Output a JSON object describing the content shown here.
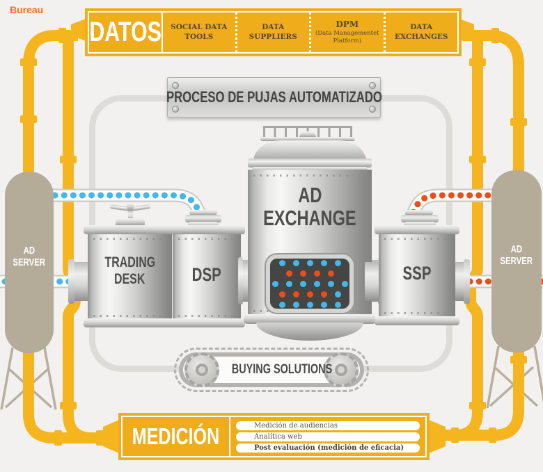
{
  "page": {
    "bg": "#f2f1ef"
  },
  "header": {
    "partial_brand_text": "Bureau",
    "brand_color": "#f2702a"
  },
  "datos_banner": {
    "title": "DATOS",
    "items": [
      {
        "label": "SOCIAL DATA TOOLS"
      },
      {
        "label": "DATA SUPPLIERS"
      },
      {
        "label": "DPM",
        "sublabel": "(Data Managementet Platform)"
      },
      {
        "label": "DATA EXCHANGES"
      }
    ]
  },
  "process_sign": {
    "label": "PROCESO DE PUJAS AUTOMATIZADO"
  },
  "tanks": {
    "trading_desk": {
      "line1": "TRADING",
      "line2": "DESK"
    },
    "dsp": {
      "label": "DSP"
    },
    "ad_exchange": {
      "line1": "AD",
      "line2": "EXCHANGE"
    },
    "ssp": {
      "label": "SSP"
    },
    "ad_server_left": {
      "line1": "AD",
      "line2": "SERVER"
    },
    "ad_server_right": {
      "line1": "AD",
      "line2": "SERVER"
    }
  },
  "exchange_window": {
    "dot_colors": {
      "blue": "#45b7ea",
      "orange": "#e94e1b"
    },
    "rows": [
      [
        "blue",
        "blue",
        "blue",
        "blue",
        "blue"
      ],
      [
        "orange",
        "orange",
        "orange",
        "orange"
      ],
      [
        "blue",
        "blue",
        "blue",
        "blue",
        "blue",
        "blue"
      ],
      [
        "orange",
        "orange",
        "orange",
        "orange",
        "blue"
      ],
      [
        "blue",
        "blue",
        "blue",
        "blue",
        "blue"
      ]
    ]
  },
  "conveyor": {
    "label": "BUYING SOLUTIONS"
  },
  "medicion_banner": {
    "title": "MEDICIÓN",
    "items": [
      "Medición de audiencias",
      "Analítica web",
      "Post evaluación (medición de eficacia)"
    ]
  },
  "colors": {
    "pipe_yellow": "#f5b51e",
    "banner_yellow": "#efad1c",
    "tan": "#b5ab99",
    "blue_dot": "#45b7ea",
    "orange_dot": "#e94e1b",
    "frame_gray": "#dddcd8",
    "metal_label_text": "#4d4d4b",
    "banner_item_text": "#57472e"
  }
}
